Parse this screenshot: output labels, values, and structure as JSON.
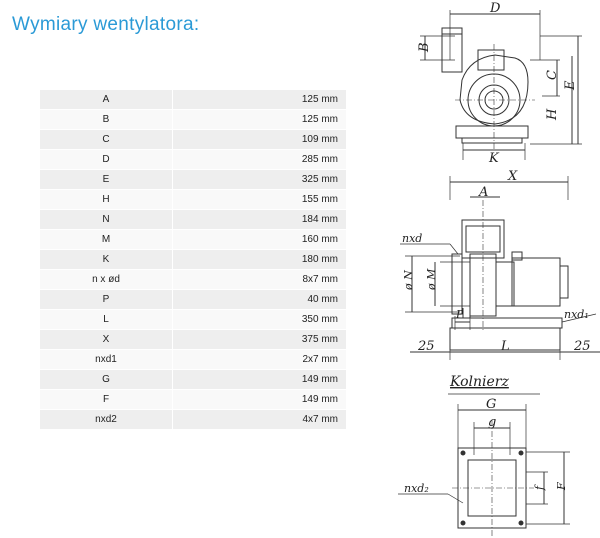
{
  "page": {
    "title": "Wymiary wentylatora:"
  },
  "dimensions": [
    {
      "key": "A",
      "value": "125 mm"
    },
    {
      "key": "B",
      "value": "125 mm"
    },
    {
      "key": "C",
      "value": "109 mm"
    },
    {
      "key": "D",
      "value": "285 mm"
    },
    {
      "key": "E",
      "value": "325 mm"
    },
    {
      "key": "H",
      "value": "155 mm"
    },
    {
      "key": "N",
      "value": "184 mm"
    },
    {
      "key": "M",
      "value": "160 mm"
    },
    {
      "key": "K",
      "value": "180 mm"
    },
    {
      "key": "n x ød",
      "value": "8x7 mm"
    },
    {
      "key": "P",
      "value": "40 mm"
    },
    {
      "key": "L",
      "value": "350 mm"
    },
    {
      "key": "X",
      "value": "375 mm"
    },
    {
      "key": "nxd1",
      "value": "2x7 mm"
    },
    {
      "key": "G",
      "value": "149 mm"
    },
    {
      "key": "F",
      "value": "149 mm"
    },
    {
      "key": "nxd2",
      "value": "4x7 mm"
    }
  ],
  "drawing": {
    "labels": {
      "D": "D",
      "B": "B",
      "C": "C",
      "E": "E",
      "H": "H",
      "K": "K",
      "X": "X",
      "A": "A",
      "nxd": "nxd",
      "N": "ø N",
      "M": "ø M",
      "P": "P",
      "nxd1": "nxd₁",
      "L": "L",
      "dim25_left": "25",
      "dim25_right": "25",
      "kolnierz": "Kolnierz",
      "G": "G",
      "g": "g",
      "nxd2": "nxd₂",
      "f": "f",
      "F": "F"
    }
  }
}
